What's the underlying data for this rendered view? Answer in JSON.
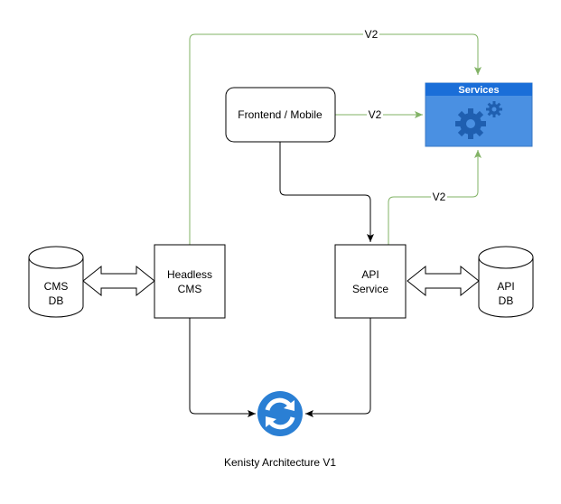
{
  "diagram": {
    "caption": "Kenisty Architecture V1",
    "nodes": {
      "frontend": {
        "label": "Frontend / Mobile"
      },
      "services": {
        "title": "Services",
        "icon": "gears-icon"
      },
      "cms": {
        "label_line1": "Headless",
        "label_line2": "CMS"
      },
      "api": {
        "label_line1": "API",
        "label_line2": "Service"
      },
      "cms_db": {
        "label_line1": "CMS",
        "label_line2": "DB"
      },
      "api_db": {
        "label_line1": "API",
        "label_line2": "DB"
      },
      "sync": {
        "icon": "sync-icon"
      }
    },
    "edges": {
      "cms_to_services": {
        "label": "V2"
      },
      "frontend_to_services": {
        "label": "V2"
      },
      "api_to_services": {
        "label": "V2"
      }
    }
  },
  "colors": {
    "green_edge": "#82b366",
    "services_header": "#1a6ed8",
    "services_body": "#4a90e2",
    "sync_circle": "#2a7fd4",
    "black": "#000000"
  }
}
